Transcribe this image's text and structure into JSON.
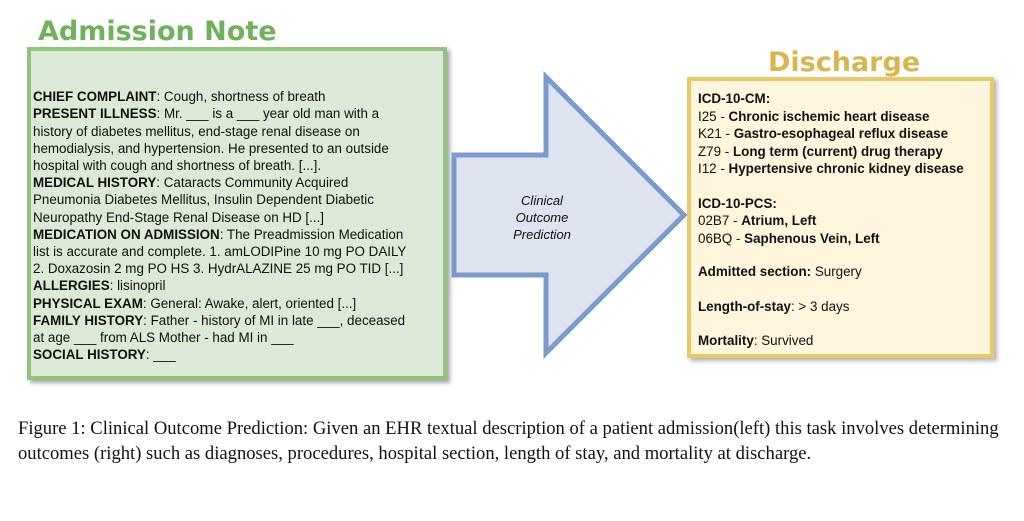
{
  "admission": {
    "title": "Admission Note",
    "sections": [
      {
        "label": "CHIEF COMPLAINT",
        "text": ": Cough, shortness of breath"
      },
      {
        "label": "PRESENT ILLNESS",
        "text": ": Mr. ___ is a ___ year old man with a\nhistory of diabetes  mellitus, end-stage renal disease on\nhemodialysis, and  hypertension. He presented  to an outside\nhospital with cough and  shortness of breath. [...]."
      },
      {
        "label": "MEDICAL HISTORY",
        "text": ": Cataracts  Community Acquired\nPneumonia Diabetes Mellitus, Insulin Dependent Diabetic\nNeuropathy  End-Stage Renal Disease on HD [...]"
      },
      {
        "label": "MEDICATION ON ADMISSION",
        "text": ": The Preadmission Medication\nlist is accurate and complete. 1. amLODIPine 10 mg PO DAILY\n2. Doxazosin 2 mg PO HS  3. HydrALAZINE 25 mg PO TID  [...]"
      },
      {
        "label": "ALLERGIES",
        "text": ": lisinopril"
      },
      {
        "label": "PHYSICAL EXAM",
        "text": ": General: Awake, alert, oriented [...]"
      },
      {
        "label": "FAMILY HISTORY",
        "text": ": Father - history of  MI in late ___, deceased\nat age ___ from  ALS Mother - had MI in ___"
      },
      {
        "label": "SOCIAL HISTORY",
        "text": ": ___"
      }
    ]
  },
  "arrow": {
    "label": "Clinical\nOutcome\nPrediction"
  },
  "discharge": {
    "title": "Discharge",
    "icd_cm_header": "ICD-10-CM:",
    "icd_cm": [
      {
        "code": "I25",
        "desc": "Chronic ischemic heart disease"
      },
      {
        "code": "K21",
        "desc": "Gastro-esophageal reflux disease"
      },
      {
        "code": "Z79",
        "desc": "Long term (current) drug therapy"
      },
      {
        "code": "I12",
        "desc": "Hypertensive chronic kidney disease"
      }
    ],
    "icd_pcs_header": "ICD-10-PCS:",
    "icd_pcs": [
      {
        "code": "02B7",
        "desc": "Atrium, Left"
      },
      {
        "code": "06BQ",
        "desc": "Saphenous Vein, Left"
      }
    ],
    "admitted_label": "Admitted section:",
    "admitted_value": "Surgery",
    "los_label": "Length-of-stay",
    "los_value": ": > 3 days",
    "mortality_label": "Mortality",
    "mortality_value": ": Survived"
  },
  "caption": "Figure 1: Clinical Outcome Prediction: Given an EHR textual description of a patient admission(left) this task involves determining outcomes (right) such as diagnoses, procedures, hospital section, length of stay, and mortality at discharge.",
  "colors": {
    "green_border": "#91c47f",
    "green_fill": "#dbe9d6",
    "yellow_border": "#e8c96a",
    "yellow_fill": "#fdf5dc",
    "arrow_fill": "#dde3ef",
    "arrow_border": "#7b9bcc"
  }
}
